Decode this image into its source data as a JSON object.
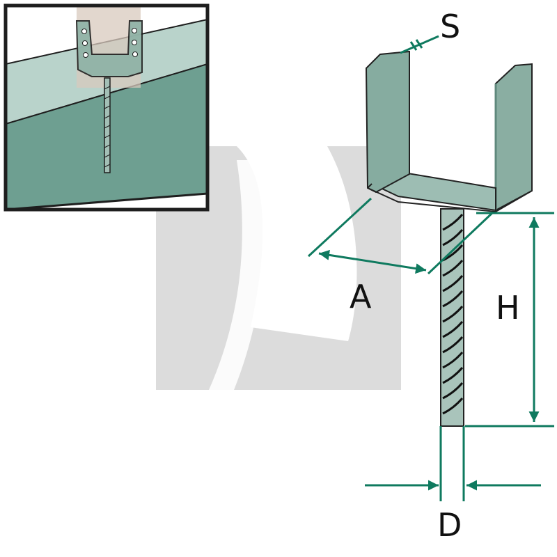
{
  "labels": {
    "s": "S",
    "a": "A",
    "h": "H",
    "d": "D"
  },
  "colors": {
    "teal_line": "#0f7a5f",
    "steel_fill": "#86aca0",
    "steel_light": "#a9c4bb",
    "steel_dark": "#6f978a",
    "outline": "#222222",
    "ground_light": "#b7d1c9",
    "ground_dark": "#6b9d8f",
    "watermark": "#d6d6d6"
  }
}
